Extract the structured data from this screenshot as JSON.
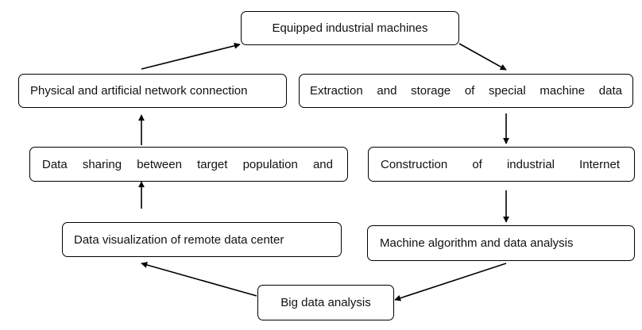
{
  "nodes": {
    "equipped_machines": "Equipped industrial machines",
    "physical_connection": "Physical and artificial network connection",
    "extraction_storage": "Extraction and storage of special machine data",
    "data_sharing": "Data sharing between target population and",
    "construction_internet": "Construction of industrial Internet",
    "data_visualization": "Data visualization of remote data center",
    "machine_algorithm": "Machine algorithm and data analysis",
    "big_data": "Big data analysis"
  },
  "colors": {
    "stroke": "#000000",
    "text": "#111111",
    "background": "#ffffff"
  }
}
